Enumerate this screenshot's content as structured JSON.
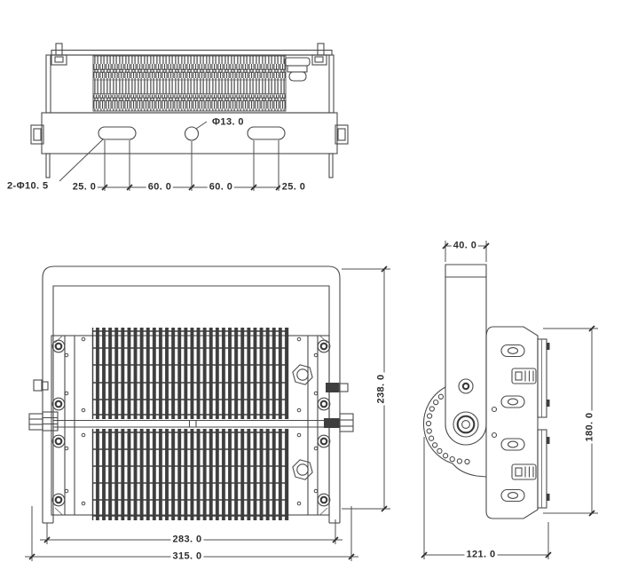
{
  "labels": {
    "top_view": {
      "slot_callout": "2-Φ10. 5",
      "left_edge_offset": "25. 0",
      "left_hole_spacing": "60. 0",
      "right_hole_spacing": "60. 0",
      "right_edge_offset": "25. 0",
      "center_hole_diameter": "Φ13. 0"
    },
    "front_view": {
      "body_width": "283. 0",
      "overall_width": "315. 0",
      "overall_height": "238. 0"
    },
    "side_view": {
      "bracket_arm_width": "40. 0",
      "overall_depth": "121. 0",
      "body_height": "180. 0"
    }
  },
  "style": {
    "line_color": "#4a4a4a",
    "dark_fill": "#3e3e3e",
    "background": "#ffffff"
  }
}
